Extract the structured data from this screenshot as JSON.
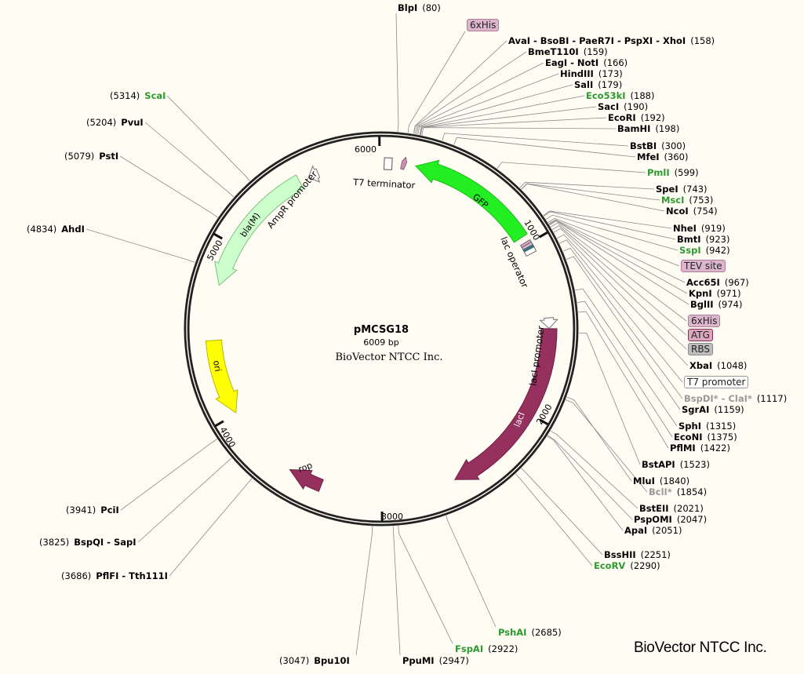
{
  "plasmid": {
    "name": "pMCSG18",
    "size": "6009 bp",
    "organization": "BioVector NTCC Inc.",
    "length_bp": 6009
  },
  "brand": "BioVector NTCC Inc.",
  "ticks": [
    "1000",
    "2000",
    "3000",
    "4000",
    "5000",
    "6000"
  ],
  "colors": {
    "gfp": "#22ee22",
    "lacI": "#95305f",
    "rop": "#95305f",
    "ori": "#ffff00",
    "bla": "#ccffcc",
    "green_site": "#2e9a2e",
    "gray_site": "#999999"
  },
  "features": [
    {
      "name": "GFP",
      "start": 200,
      "end": 951,
      "direction": "reverse"
    },
    {
      "name": "lacI",
      "start": 1502,
      "end": 2570,
      "direction": "forward"
    },
    {
      "name": "rop",
      "start": 3355,
      "end": 3555,
      "direction": "forward"
    },
    {
      "name": "ori",
      "start": 4006,
      "end": 4440,
      "direction": "reverse"
    },
    {
      "name": "bla(M)",
      "start": 4757,
      "end": 5525,
      "direction": "reverse"
    },
    {
      "name": "lacI promoter",
      "start": 1440,
      "end": 1500,
      "direction": "forward"
    },
    {
      "name": "AmpR promoter",
      "start": 5580,
      "end": 5640,
      "direction": "reverse"
    },
    {
      "name": "T7 terminator",
      "start": 20,
      "end": 60
    },
    {
      "name": "lac operator",
      "start": 1020,
      "end": 1050
    }
  ],
  "feature_labels": [
    {
      "name": "6xHis",
      "pos": 130
    },
    {
      "name": "TEV site",
      "pos": 960
    },
    {
      "name": "6xHis",
      "pos": 985
    },
    {
      "name": "ATG",
      "pos": 1000
    },
    {
      "name": "RBS",
      "pos": 1015
    },
    {
      "name": "T7 promoter",
      "pos": 1075
    }
  ],
  "sites": [
    {
      "name": "BlpI",
      "pos": 80
    },
    {
      "name": "AvaI - BsoBI - PaeR7I - PspXI - XhoI",
      "pos": 158
    },
    {
      "name": "BmeT110I",
      "pos": 159
    },
    {
      "name": "EagI - NotI",
      "pos": 166
    },
    {
      "name": "HindIII",
      "pos": 173
    },
    {
      "name": "SalI",
      "pos": 179
    },
    {
      "name": "Eco53kI",
      "pos": 188
    },
    {
      "name": "SacI",
      "pos": 190
    },
    {
      "name": "EcoRI",
      "pos": 192
    },
    {
      "name": "BamHI",
      "pos": 198
    },
    {
      "name": "BstBI",
      "pos": 300
    },
    {
      "name": "MfeI",
      "pos": 360
    },
    {
      "name": "PmlI",
      "pos": 599
    },
    {
      "name": "SpeI",
      "pos": 743
    },
    {
      "name": "MscI",
      "pos": 753
    },
    {
      "name": "NcoI",
      "pos": 754
    },
    {
      "name": "NheI",
      "pos": 919
    },
    {
      "name": "BmtI",
      "pos": 923
    },
    {
      "name": "SspI",
      "pos": 942
    },
    {
      "name": "Acc65I",
      "pos": 967
    },
    {
      "name": "KpnI",
      "pos": 971
    },
    {
      "name": "BglII",
      "pos": 974
    },
    {
      "name": "XbaI",
      "pos": 1048
    },
    {
      "name": "BspDI* - ClaI*",
      "pos": 1117
    },
    {
      "name": "SgrAI",
      "pos": 1159
    },
    {
      "name": "SphI",
      "pos": 1315
    },
    {
      "name": "EcoNI",
      "pos": 1375
    },
    {
      "name": "PflMI",
      "pos": 1422
    },
    {
      "name": "BstAPI",
      "pos": 1523
    },
    {
      "name": "MluI",
      "pos": 1840
    },
    {
      "name": "BclI*",
      "pos": 1854
    },
    {
      "name": "BstEII",
      "pos": 2021
    },
    {
      "name": "PspOMI",
      "pos": 2047
    },
    {
      "name": "ApaI",
      "pos": 2051
    },
    {
      "name": "BssHII",
      "pos": 2251
    },
    {
      "name": "EcoRV",
      "pos": 2290
    },
    {
      "name": "PshAI",
      "pos": 2685
    },
    {
      "name": "FspAI",
      "pos": 2922
    },
    {
      "name": "PpuMI",
      "pos": 2947
    },
    {
      "name": "Bpu10I",
      "pos": 3047
    },
    {
      "name": "PflFI - Tth111I",
      "pos": 3686
    },
    {
      "name": "BspQI - SapI",
      "pos": 3825
    },
    {
      "name": "PciI",
      "pos": 3941
    },
    {
      "name": "AhdI",
      "pos": 4834
    },
    {
      "name": "PstI",
      "pos": 5079
    },
    {
      "name": "PvuI",
      "pos": 5204
    },
    {
      "name": "ScaI",
      "pos": 5314
    }
  ]
}
